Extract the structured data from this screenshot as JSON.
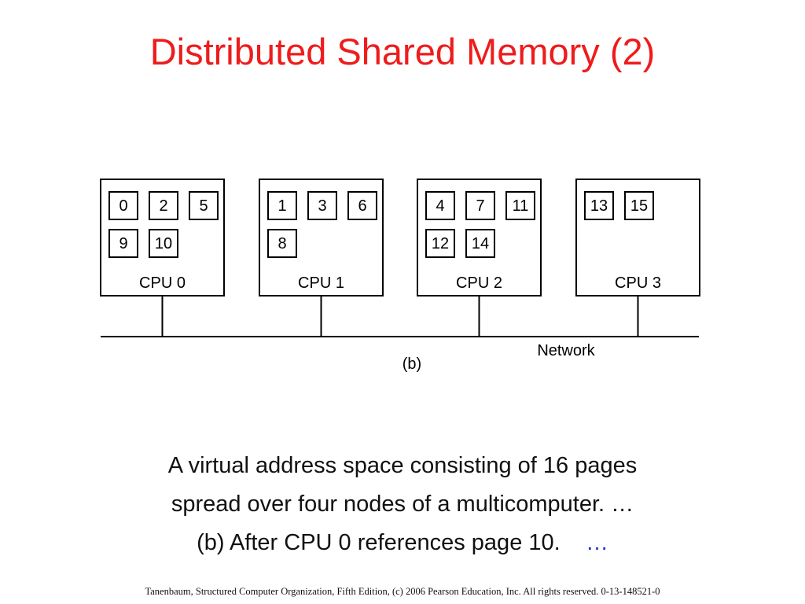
{
  "title": "Distributed Shared Memory (2)",
  "diagram": {
    "nodes": [
      {
        "cpu_label": "CPU 0",
        "rows": [
          [
            "0",
            "2",
            "5"
          ],
          [
            "9",
            "10"
          ]
        ]
      },
      {
        "cpu_label": "CPU 1",
        "rows": [
          [
            "1",
            "3",
            "6"
          ],
          [
            "8"
          ]
        ]
      },
      {
        "cpu_label": "CPU 2",
        "rows": [
          [
            "4",
            "7",
            "11"
          ],
          [
            "12",
            "14"
          ]
        ]
      },
      {
        "cpu_label": "CPU 3",
        "rows": [
          [
            "13",
            "15"
          ]
        ]
      }
    ],
    "network_label": "Network",
    "panel_label": "(b)"
  },
  "caption": {
    "line1": "A virtual address space consisting of 16 pages",
    "line2": "spread over four nodes of a multicomputer.  …",
    "line3": "(b) After CPU 0 references page 10.",
    "line3_ellipsis": "…"
  },
  "footer": "Tanenbaum, Structured Computer Organization, Fifth Edition, (c) 2006 Pearson Education, Inc. All rights reserved. 0-13-148521-0"
}
